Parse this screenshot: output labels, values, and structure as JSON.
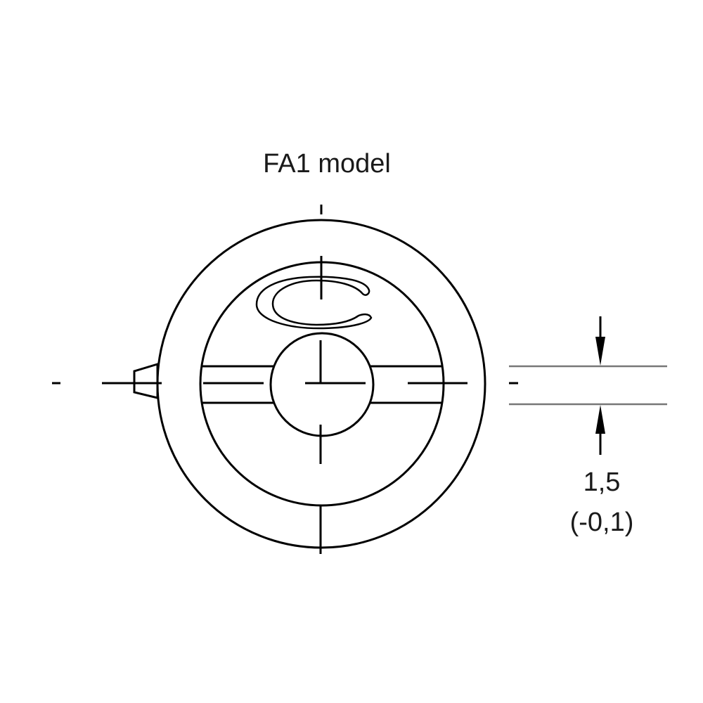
{
  "title": "FA1 model",
  "dimension": {
    "value": "1,5",
    "tolerance": "(-0,1)"
  },
  "colors": {
    "line": "#000000",
    "dimension_line": "#777777"
  }
}
